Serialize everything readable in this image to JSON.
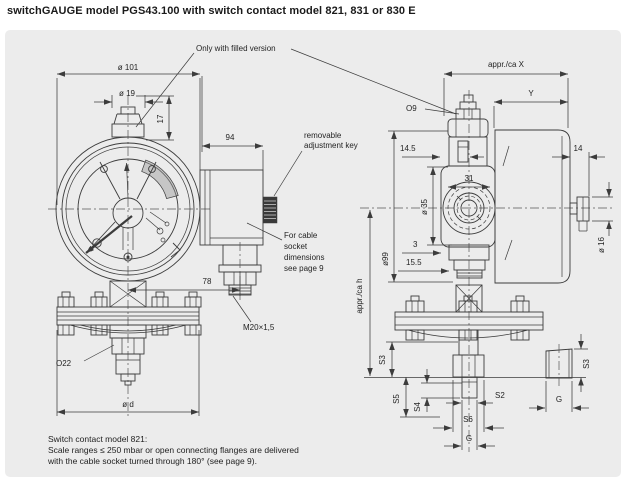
{
  "title": "switchGAUGE model PGS43.100 with switch contact model 821, 831 or 830 E",
  "front_view": {
    "labels": {
      "filled_note": "Only with filled version",
      "dia_101": "ø 101",
      "dia_19": "ø 19",
      "h_17": "17",
      "w_94": "94",
      "adj_key_1": "removable",
      "adj_key_2": "adjustment key",
      "cable_1": "For cable",
      "cable_2": "socket",
      "cable_3": "dimensions",
      "cable_4": "see page 9",
      "w_78": "78",
      "thread": "M20×1,5",
      "hex_22": "O22",
      "dia_d": "ø d"
    }
  },
  "side_view": {
    "labels": {
      "x": "appr./ca X",
      "y": "Y",
      "hex_9": "O9",
      "w_14_5": "14.5",
      "w_31": "31",
      "dia_35": "ø 35",
      "w_3": "3",
      "w_15_5": "15.5",
      "dia_99": "ø99",
      "h": "appr./ca h",
      "w_14": "14",
      "dia_16": "ø 16",
      "s3_left": "S3",
      "s5": "S5",
      "s4": "S4",
      "s2": "S2",
      "s6": "S6",
      "g_center": "G",
      "s3_right": "S3",
      "g_right": "G"
    }
  },
  "footer": {
    "line1": "Switch contact model 821:",
    "line2": "Scale ranges ≤ 250 mbar or open connecting flanges are delivered",
    "line3": "with the cable socket turned through 180° (see page 9)."
  },
  "colors": {
    "line": "#3c3c3c",
    "panel": "#ececec",
    "text": "#222222"
  }
}
